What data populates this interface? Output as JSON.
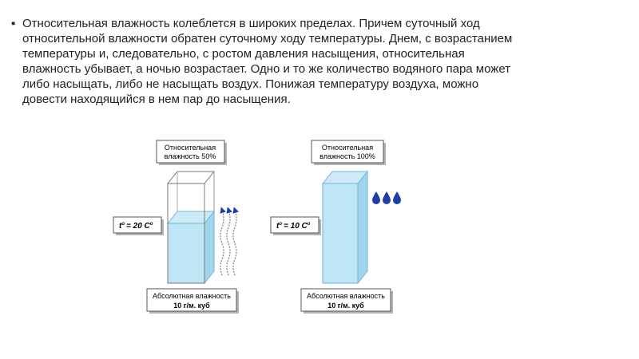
{
  "slide": {
    "bullet": "▪",
    "paragraph": "Относительная влажность колеблется в широких пределах. Причем суточный ход относительной влажности обратен суточному ходу температуры. Днем, с возрастанием температуры и, следовательно, с ростом давления насыщения, относительная влажность убывает, а ночью возрастает. Одно и то же количество водяного пара может либо насыщать, либо не насыщать воздух. Понижая температуру воздуха, можно довести находящийся в нем пар до насыщения."
  },
  "diagram": {
    "left": {
      "rh_label_1": "Относительная",
      "rh_label_2": "влажность 50%",
      "relative_humidity_percent": 50,
      "temperature_symbol": "t",
      "temperature_superscript": "o",
      "temperature_value": "= 20 С",
      "temperature_unit_superscript": "о",
      "abs_label_1": "Абсолютная влажность",
      "abs_label_2": "10 г/м. куб"
    },
    "right": {
      "rh_label_1": "Относительная",
      "rh_label_2": "влажность 100%",
      "relative_humidity_percent": 100,
      "temperature_symbol": "t",
      "temperature_superscript": "o",
      "temperature_value": "= 10 С",
      "temperature_unit_superscript": "о",
      "abs_label_1": "Абсолютная влажность",
      "abs_label_2": "10 г/м. куб"
    },
    "icons": {
      "evaporation": "wavy-arrows-up-icon",
      "condensation": "water-drop-icon"
    },
    "colors": {
      "water": "#bfe6f4",
      "water_edge": "#6fb6d8",
      "drop": "#1f3fa8",
      "arrow": "#1f3fa8",
      "box_border": "#555555",
      "box_shadow": "#b3b3b3"
    }
  }
}
